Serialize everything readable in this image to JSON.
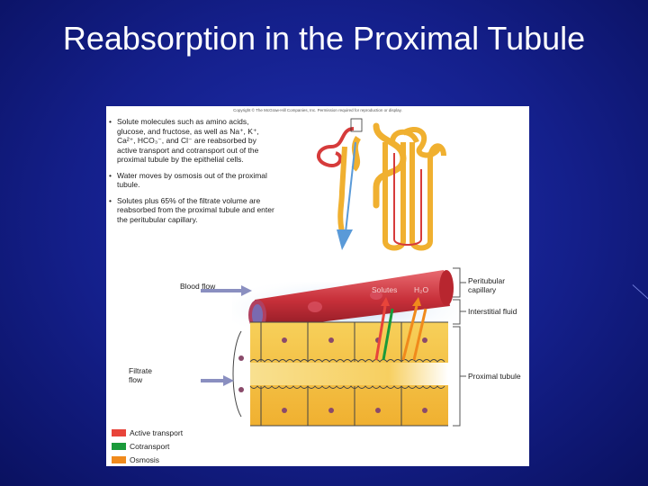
{
  "slide": {
    "title": "Reabsorption in the Proximal Tubule"
  },
  "figure": {
    "copyright": "Copyright © The McGraw-Hill Companies, Inc. Permission required for reproduction or display.",
    "bullets": [
      "Solute molecules such as amino acids, glucose, and fructose, as well as Na⁺, K⁺, Ca²⁺, HCO₃⁻, and Cl⁻ are reabsorbed by active transport and cotransport out of the proximal tubule by the epithelial cells.",
      "Water moves by osmosis out of the proximal tubule.",
      "Solutes plus 65% of the filtrate volume are reabsorbed from the proximal tubule and enter the peritubular capillary."
    ],
    "labels": {
      "blood_flow": "Blood flow",
      "filtrate_flow": "Filtrate flow",
      "solutes": "Solutes",
      "water": "H₂O",
      "peritubular_capillary": "Peritubular capillary",
      "interstitial_fluid": "Interstitial fluid",
      "proximal_tubule": "Proximal tubule"
    },
    "legend": [
      {
        "label": "Active transport",
        "color": "#e8443a"
      },
      {
        "label": "Cotransport",
        "color": "#1a9a3a"
      },
      {
        "label": "Osmosis",
        "color": "#f08a1c"
      }
    ]
  },
  "colors": {
    "background": "#141f8a",
    "tubule": "#f4b940",
    "capillary": "#c8303a",
    "interstitial": "#cfe0f4",
    "cell_fill": "#f7d776",
    "nucleus": "#8a4a6a",
    "flow_arrow": "#8a8fc0"
  }
}
